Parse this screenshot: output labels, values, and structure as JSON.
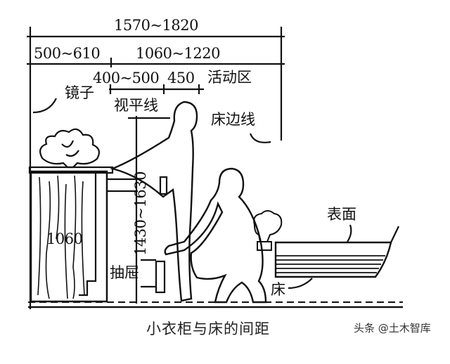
{
  "diagram": {
    "title": "小衣柜与床的间距",
    "watermark": "头条 @土木智库",
    "dimensions": {
      "overall_width": "1570~1820",
      "wardrobe_depth": "500~610",
      "activity_width": "1060~1220",
      "reach_zone": "400~500",
      "clearance": "450",
      "eye_height": "1430~1630",
      "wardrobe_height": "1060"
    },
    "labels": {
      "activity_zone": "活动区",
      "mirror": "镜子",
      "eye_level_line": "视平线",
      "bed_edge_line": "床边线",
      "surface": "表面",
      "drawer": "抽屉",
      "bed": "床"
    },
    "colors": {
      "ink": "#111111",
      "background": "#ffffff"
    }
  }
}
